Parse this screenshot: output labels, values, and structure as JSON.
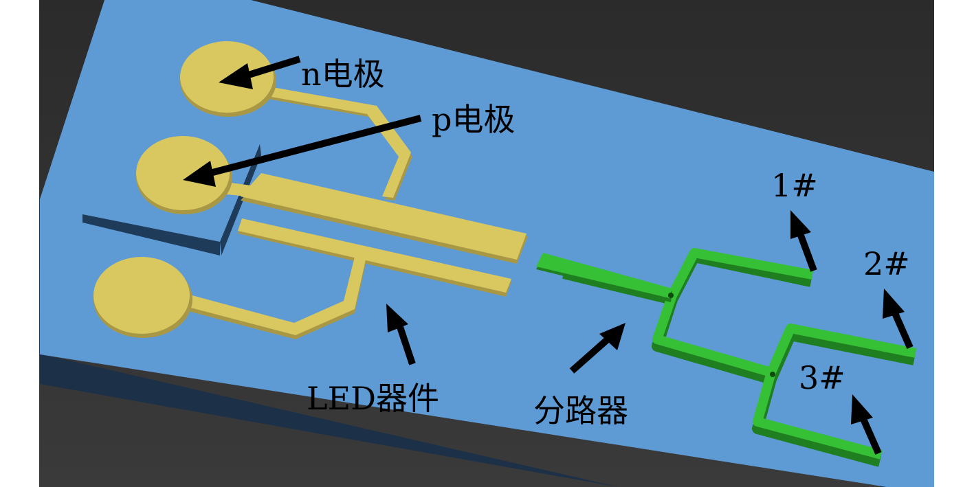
{
  "colors": {
    "background_top": "#2b2b2b",
    "background_bottom": "#3a3a3a",
    "substrate_top": "#5e9bd5",
    "substrate_side": "#1c3148",
    "electrode": "#d9c85f",
    "electrode_side": "#a89845",
    "waveguide": "#36c036",
    "waveguide_side": "#1f7e1f",
    "arrow": "#000000",
    "text": "#000000"
  },
  "labels": {
    "n_electrode": "n电极",
    "p_electrode": "p电极",
    "led_device": "LED器件",
    "splitter": "分路器",
    "output_1": "1#",
    "output_2": "2#",
    "output_3": "3#"
  }
}
